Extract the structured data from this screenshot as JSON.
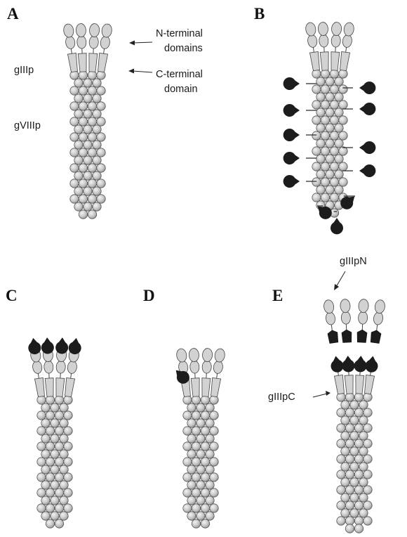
{
  "panels": [
    {
      "id": "A",
      "letter": "A"
    },
    {
      "id": "B",
      "letter": "B"
    },
    {
      "id": "C",
      "letter": "C"
    },
    {
      "id": "D",
      "letter": "D"
    },
    {
      "id": "E",
      "letter": "E"
    }
  ],
  "labels": {
    "giiip": "gIIIp",
    "gviiip": "gVIIIp",
    "n_terminal_line1": "N-terminal",
    "n_terminal_line2": "domains",
    "c_terminal_line1": "C-terminal",
    "c_terminal_line2": "domain",
    "giiipn": "gIIIpN",
    "giiipc": "gIIIpC"
  },
  "colors": {
    "coat_sphere": "#c4c4c4",
    "coat_sphere_edge": "#555555",
    "domain_fill": "#d2d2d2",
    "binder_fill": "#1c1c1c"
  }
}
